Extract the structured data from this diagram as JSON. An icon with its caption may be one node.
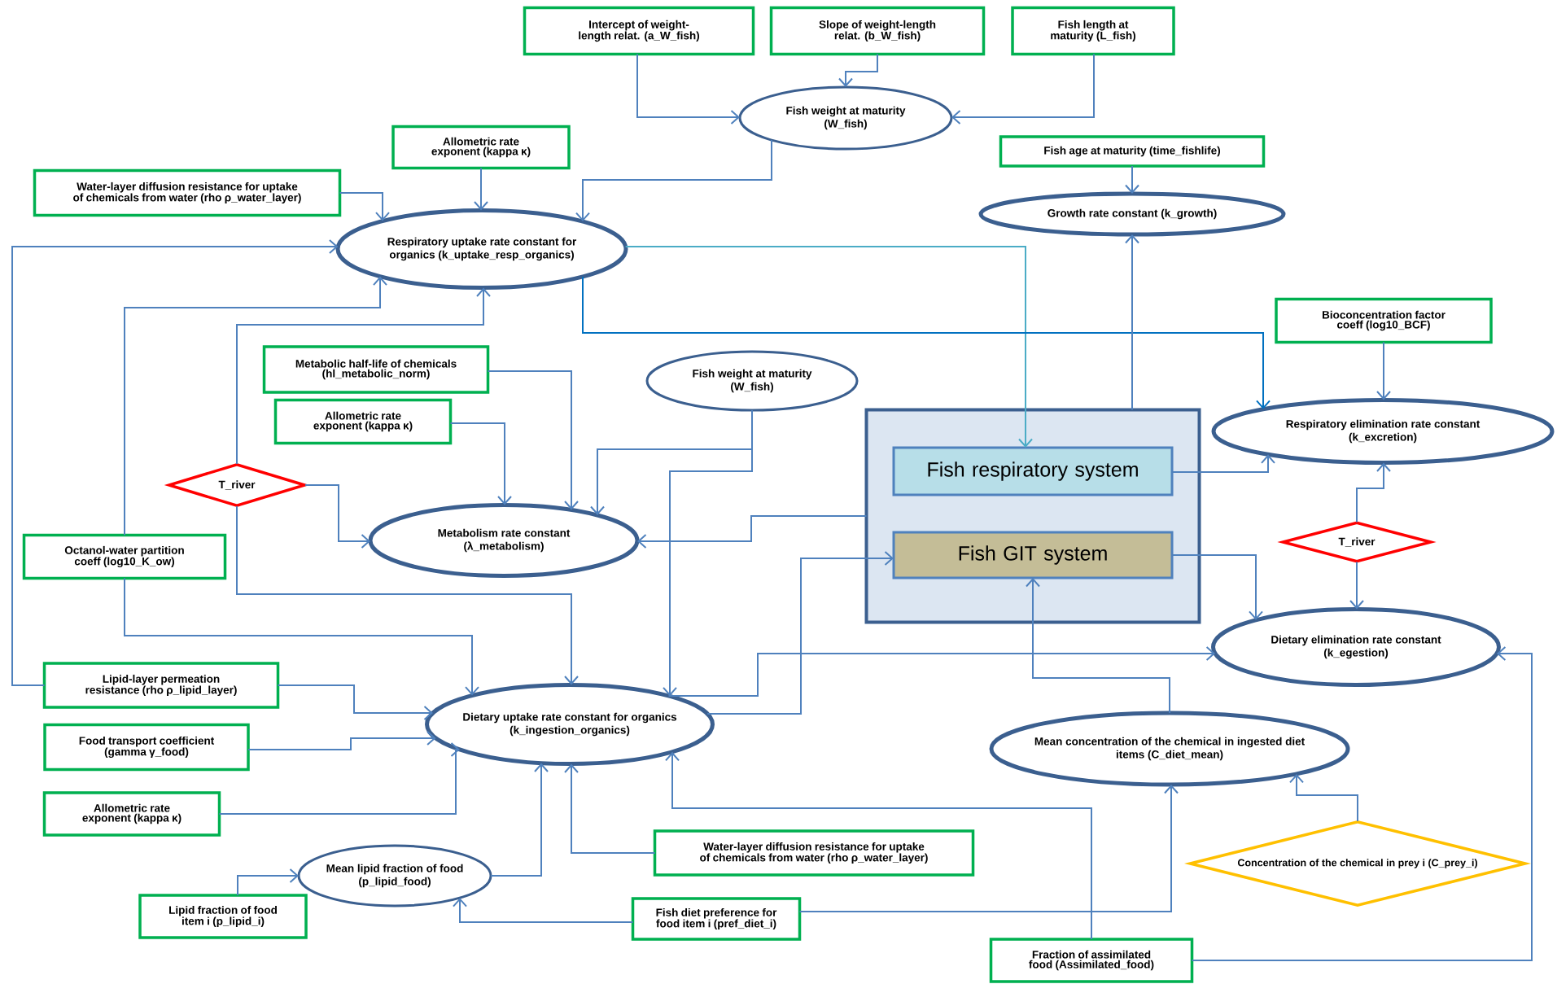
{
  "diagram": {
    "nodes": [
      {
        "text": [
          "Intercept of weight-length relat. (a_W_fish)"
        ]
      },
      {
        "text": [
          "Slope of weight-length relat. (b_W_fish)"
        ]
      },
      {
        "text": [
          "Fish length at maturity (L_fish)"
        ]
      },
      {
        "text": [
          "Fish weight at maturity (W_fish)"
        ]
      },
      {
        "text": [
          "Allometric rate exponent (kappa κ)"
        ]
      },
      {
        "text": [
          "Water-layer diffusion resistance for uptake of chemicals from water (rho ρ_water_layer)"
        ]
      },
      {
        "text": [
          "Fish age at maturity (time_fishlife)"
        ]
      },
      {
        "text": [
          "Respiratory uptake rate constant for organics (k_uptake_resp_organics)"
        ]
      },
      {
        "text": [
          "Growth rate constant (k_growth)"
        ]
      },
      {
        "text": [
          "Bioconcentration factor coeff (log10_BCF)"
        ]
      },
      {
        "text": [
          "Metabolic half-life of chemicals (hl_metabolic_norm)"
        ]
      },
      {
        "text": [
          "Fish weight at maturity (W_fish)"
        ]
      },
      {
        "text": [
          "Allometric rate exponent (kappa κ)"
        ]
      },
      {
        "text": [],
        "shape": "box"
      },
      {
        "text": [
          "Fish respiratory system"
        ],
        "in": 13
      },
      {
        "text": [
          "Respiratory elimination rate constant (k_excretion)"
        ]
      },
      {
        "text": [
          "T_river"
        ]
      },
      {
        "text": [
          "Metabolism rate constant (λ_metabolism)"
        ]
      },
      {
        "text": [
          "Fish GIT system"
        ],
        "in": 13
      },
      {
        "text": [
          "Octanol-water partition coeff (log10_K_ow)"
        ]
      },
      {
        "text": [
          "T_river"
        ]
      },
      {
        "text": [
          "Dietary elimination rate constant (k_egestion)"
        ]
      },
      {
        "text": [
          "Lipid-layer permeation resistance (rho ρ_lipid_layer)"
        ]
      },
      {
        "text": [
          "Dietary uptake rate constant for organics (k_ingestion_organics)"
        ]
      },
      {
        "text": [
          "Food transport coefficient (gamma γ_food)"
        ]
      },
      {
        "text": [
          "Mean concentration of the chemical in ingested diet items (C_diet_mean)"
        ]
      },
      {
        "text": [
          "Allometric rate exponent (kappa κ)"
        ]
      },
      {
        "text": [
          "Water-layer diffusion resistance for uptake of chemicals from water (rho ρ_water_layer)"
        ]
      },
      {
        "text": [
          "Concentration of the chemical in prey i (C_prey_i)"
        ]
      },
      {
        "text": [
          "Mean lipid fraction of food (p_lipid_food)"
        ]
      },
      {
        "text": [
          "Lipid fraction of food item i (p_lipid_i)"
        ]
      },
      {
        "text": [
          "Fish diet preference for food item i (pref_diet_i)"
        ]
      },
      {
        "text": [
          "Fraction of assimilated food (Assimilated_food)"
        ]
      }
    ],
    "edges": [
      {
        "from": 0,
        "to": 3,
        "arrow": "to"
      },
      {
        "from": 1,
        "to": 3,
        "arrow": "to"
      },
      {
        "from": 2,
        "to": 3,
        "arrow": "to"
      },
      {
        "from": 3,
        "to": 7,
        "arrow": "to"
      },
      {
        "from": 4,
        "to": 7,
        "arrow": "to"
      },
      {
        "from": 5,
        "to": 7,
        "arrow": "to"
      },
      {
        "from": 6,
        "to": 8,
        "arrow": "to"
      },
      {
        "from": 7,
        "to": 14,
        "arrow": "to",
        "color": "#4bacc6"
      },
      {
        "from": 7,
        "to": 15,
        "arrow": "to",
        "color": "#0070c0"
      },
      {
        "from": 13,
        "to": 8,
        "arrow": "to"
      },
      {
        "from": 9,
        "to": 15,
        "arrow": "to"
      },
      {
        "from": 14,
        "to": 15,
        "arrow": "to"
      },
      {
        "from": 20,
        "to": 15,
        "arrow": "to"
      },
      {
        "from": 20,
        "to": 21,
        "arrow": "to"
      },
      {
        "from": 22,
        "to": 7,
        "arrow": "to"
      },
      {
        "from": 22,
        "to": 23,
        "arrow": "to"
      },
      {
        "from": 19,
        "to": 7,
        "arrow": "to"
      },
      {
        "from": 19,
        "to": 23,
        "arrow": "to"
      },
      {
        "from": 16,
        "to": 7,
        "arrow": "to"
      },
      {
        "from": 16,
        "to": 17,
        "arrow": "to"
      },
      {
        "from": 16,
        "to": 23,
        "arrow": "to"
      },
      {
        "from": 10,
        "to": 17,
        "arrow": "to"
      },
      {
        "from": 12,
        "to": 17,
        "arrow": "to"
      },
      {
        "from": 11,
        "to": 17,
        "arrow": "to"
      },
      {
        "from": 11,
        "to": 23,
        "arrow": "to"
      },
      {
        "from": 13,
        "to": 17,
        "arrow": "to"
      },
      {
        "from": 23,
        "to": 18,
        "arrow": "to"
      },
      {
        "from": 23,
        "to": 21,
        "arrow": "to"
      },
      {
        "from": 18,
        "to": 21,
        "arrow": "to"
      },
      {
        "from": 25,
        "to": 18,
        "arrow": "to"
      },
      {
        "from": 24,
        "to": 23,
        "arrow": "to"
      },
      {
        "from": 26,
        "to": 23,
        "arrow": "to"
      },
      {
        "from": 29,
        "to": 23,
        "arrow": "to"
      },
      {
        "from": 27,
        "to": 23,
        "arrow": "to"
      },
      {
        "from": 30,
        "to": 29,
        "arrow": "to"
      },
      {
        "from": 31,
        "to": 29,
        "arrow": "to"
      },
      {
        "from": 31,
        "to": 25,
        "arrow": "to"
      },
      {
        "from": 28,
        "to": 25,
        "arrow": "to"
      },
      {
        "from": 32,
        "to": 23,
        "arrow": "to"
      },
      {
        "from": 32,
        "to": 21,
        "arrow": "to"
      }
    ]
  }
}
